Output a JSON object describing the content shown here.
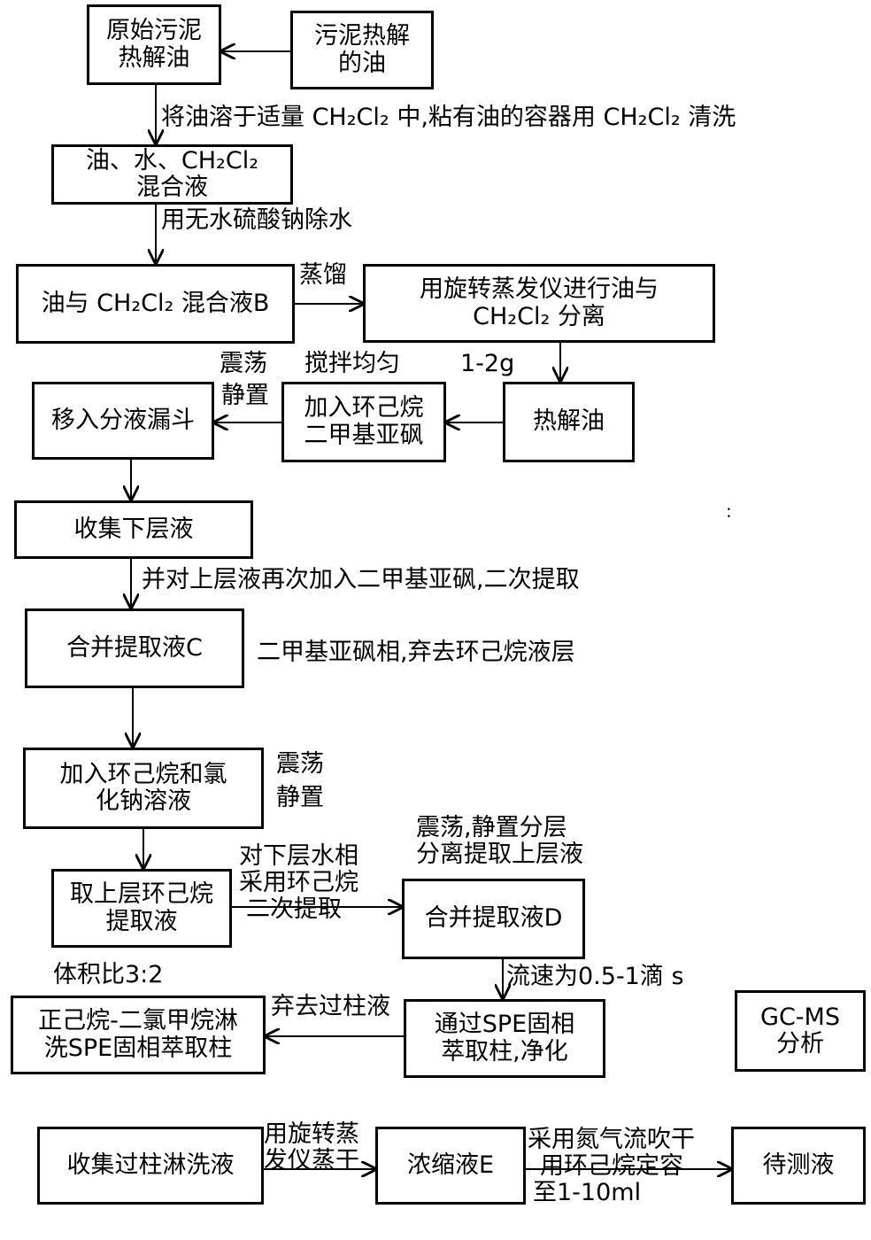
{
  "nodes": {
    "n1": [
      "原始污泥",
      "热解油"
    ],
    "n2": [
      "污泥热解",
      "的油"
    ],
    "n3": [
      "油、水、CH₂Cl₂",
      "混合液"
    ],
    "n4": [
      "油与 CH₂Cl₂ 混合液B"
    ],
    "n5": [
      "用旋转蒸发仪进行油与",
      "CH₂Cl₂ 分离"
    ],
    "n6": [
      "热解油"
    ],
    "n7": [
      "加入环己烷",
      "二甲基亚砜"
    ],
    "n8": [
      "移入分液漏斗"
    ],
    "n9": [
      "收集下层液"
    ],
    "n10": [
      "合并提取液C"
    ],
    "n11": [
      "加入环己烷和氯",
      "化钠溶液"
    ],
    "n12": [
      "取上层环己烷",
      "提取液"
    ],
    "n13": [
      "合并提取液D"
    ],
    "n14": [
      "通过SPE固相",
      "萃取柱,净化"
    ],
    "n15": [
      "正己烷-二氯甲烷淋",
      "洗SPE固相萃取柱"
    ],
    "n16": [
      "GC-MS",
      "分析"
    ],
    "n17": [
      "收集过柱淋洗液"
    ],
    "n18": [
      "浓缩液E"
    ],
    "n19": [
      "待测液"
    ]
  },
  "labels": {
    "l1": "将油溶于适量 CH₂Cl₂ 中,粘有油的容器用 CH₂Cl₂ 清洗",
    "l2": "用无水硫酸钠除水",
    "l3": "蒸馏",
    "l4": "震荡",
    "l5": "静置",
    "l6": "搅拌均匀",
    "l7": "1-2g",
    "l8": "并对上层液再次加入二甲基亚砜,二次提取",
    "l9": "二甲基亚砜相,弃去环己烷液层",
    "l10": "震荡",
    "l11": "静置",
    "l12": [
      "对下层水相",
      "采用环己烷",
      "二次提取"
    ],
    "l13": [
      "震荡,静置分层",
      "分离提取上层液"
    ],
    "l14": "流速为0.5-1滴 s",
    "l15": "体积比3:2",
    "l16": "弃去过柱液",
    "l17": [
      "用旋转蒸",
      "发仪蒸干"
    ],
    "l18": [
      "采用氮气流吹干",
      "用环己烷定容",
      "至1-10ml"
    ],
    "l19": ":"
  },
  "colors": {
    "ink": "#000000",
    "paper": "#ffffff"
  }
}
